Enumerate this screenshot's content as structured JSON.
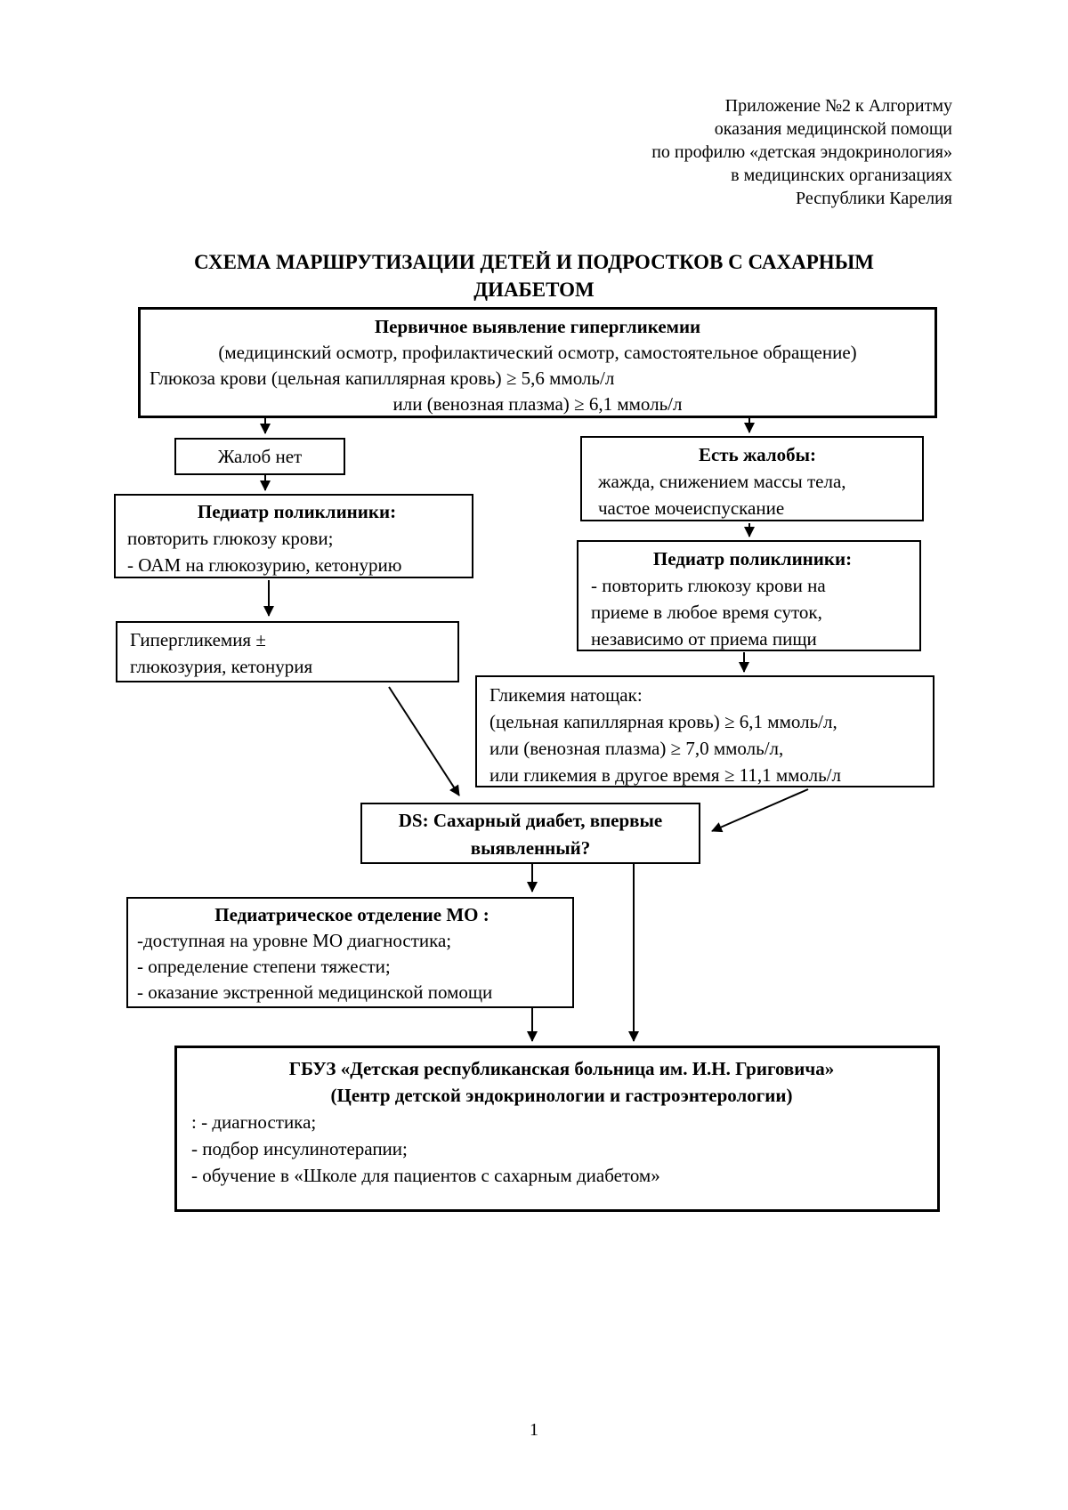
{
  "header": {
    "lines": [
      "Приложение  №2 к  Алгоритму",
      "оказания  медицинской помощи",
      "по профилю «детская эндокринология»",
      "в  медицинских  организациях",
      "Республики Карелия"
    ]
  },
  "title": {
    "line1": "СХЕМА МАРШРУТИЗАЦИИ ДЕТЕЙ И ПОДРОСТКОВ  С САХАРНЫМ",
    "line2": "ДИАБЕТОМ"
  },
  "flowchart": {
    "primary": {
      "heading": "Первичное выявление гипергликемии",
      "line1": "(медицинский осмотр, профилактический осмотр, самостоятельное обращение)",
      "line2": "Глюкоза крови  (цельная капиллярная кровь) ≥ 5,6 ммоль/л",
      "line3": "или (венозная плазма)  ≥ 6,1 ммоль/л"
    },
    "no_complaints": {
      "label": "Жалоб нет"
    },
    "pediatrician_left": {
      "heading": "Педиатр  поликлиники:",
      "line1": "повторить глюкозу крови;",
      "line2": "- ОАМ на глюкозурию, кетонурию"
    },
    "hyperglycemia": {
      "line1": "Гипергликемия ±",
      "line2": "глюкозурия, кетонурия"
    },
    "complaints": {
      "heading": "Есть жалобы:",
      "line1": "жажда, снижением массы тела,",
      "line2": "частое мочеиспускание"
    },
    "pediatrician_right": {
      "heading": "Педиатр  поликлиники:",
      "line1": "- повторить глюкозу крови на",
      "line2": "приеме в любое время суток,",
      "line3": "независимо от приема пищи"
    },
    "fasting_glycemia": {
      "line1": "Гликемия натощак:",
      "line2": "(цельная капиллярная кровь) ≥ 6,1 ммоль/л,",
      "line3": "или (венозная плазма)  ≥ 7,0 ммоль/л,",
      "line4": "или гликемия в другое время ≥ 11,1 ммоль/л"
    },
    "ds": {
      "line1": "DS: Сахарный диабет, впервые",
      "line2": "выявленный?"
    },
    "pediatric_department": {
      "heading": "Педиатрическое отделение МО :",
      "line1": "-доступная на уровне МО диагностика;",
      "line2": "- определение степени тяжести;",
      "line3": "- оказание экстренной медицинской помощи"
    },
    "hospital": {
      "heading1": "ГБУЗ «Детская республиканская больница им. И.Н. Григовича»",
      "heading2": "(Центр детской эндокринологии и гастроэнтерологии)",
      "line1": ": - диагностика;",
      "line2": "- подбор инсулинотерапии;",
      "line3": "- обучение в  «Школе для пациентов с сахарным диабетом»"
    }
  },
  "footer": {
    "page_number": "1"
  }
}
